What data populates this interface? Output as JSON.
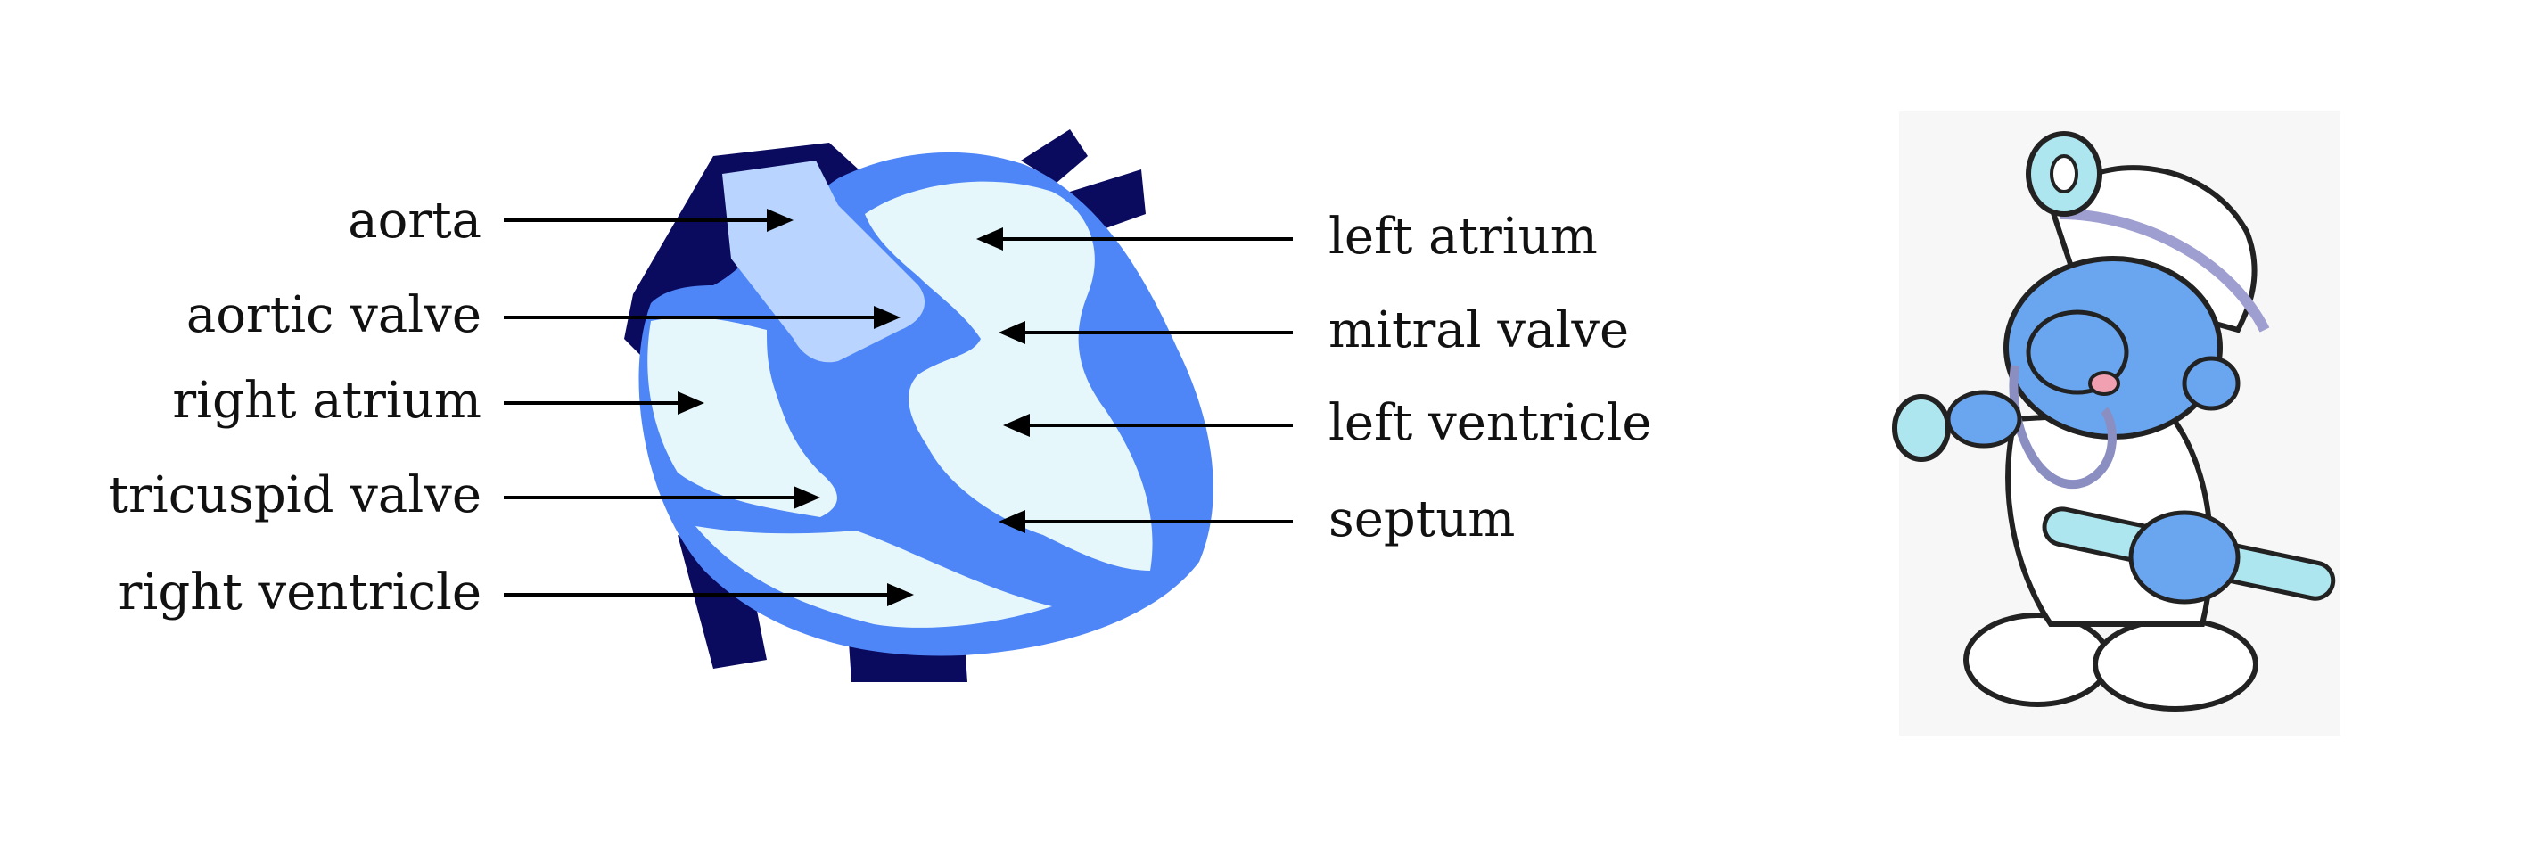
{
  "diagram": {
    "left_labels": {
      "aorta": "aorta",
      "aortic_valve": "aortic valve",
      "right_atrium": "right atrium",
      "tricuspid_valve": "tricuspid valve",
      "right_ventricle": "right ventricle"
    },
    "right_labels": {
      "left_atrium": "left atrium",
      "mitral_valve": "mitral valve",
      "left_ventricle": "left ventricle",
      "septum": "septum"
    }
  },
  "colors": {
    "outer_vessel": "#0a0a5e",
    "muscle": "#4f86f7",
    "chamber": "#e6f7fb",
    "aorta": "#b8d4ff",
    "smurf_blue": "#6aa6f0",
    "instrument": "#aee6ef",
    "outline": "#222222"
  },
  "icons": {
    "heart": "heart-diagram-icon",
    "doctor": "doctor-smurf-illustration"
  }
}
